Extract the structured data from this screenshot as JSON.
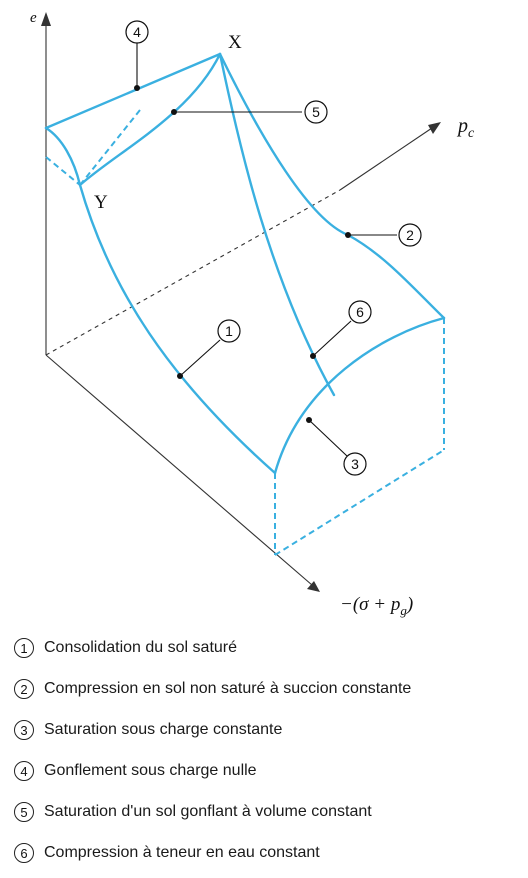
{
  "axes": {
    "e": "e",
    "pc": "p",
    "pc_sub": "c",
    "stress": "−(σ + p",
    "stress_sub": "g",
    "stress_close": ")"
  },
  "points": {
    "X": "X",
    "Y": "Y"
  },
  "markers": [
    "1",
    "2",
    "3",
    "4",
    "5",
    "6"
  ],
  "legend": [
    {
      "number": "1",
      "text": "Consolidation du sol saturé"
    },
    {
      "number": "2",
      "text": "Compression en sol non saturé à succion constante"
    },
    {
      "number": "3",
      "text": "Saturation sous charge constante"
    },
    {
      "number": "4",
      "text": "Gonflement sous charge nulle"
    },
    {
      "number": "5",
      "text": "Saturation d'un sol gonflant à volume constant"
    },
    {
      "number": "6",
      "text": "Compression à teneur en eau constant"
    }
  ],
  "colors": {
    "curve": "#3ab0e0",
    "axis": "#333333"
  }
}
